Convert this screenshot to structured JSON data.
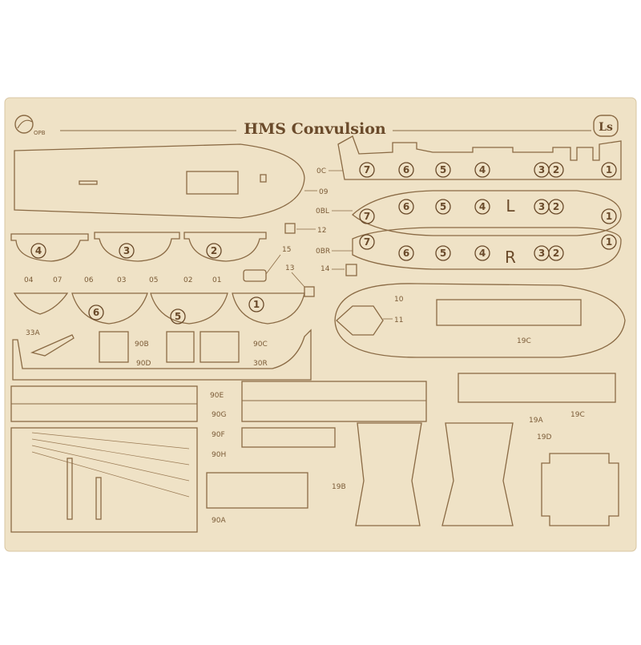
{
  "sheet": {
    "title": "HMS Convulsion",
    "maker_logo_text": "Ls",
    "left_logo_text": "OPB"
  },
  "bulkhead_numbers": {
    "keel_row": [
      "7",
      "6",
      "5",
      "4",
      "3",
      "2",
      "1"
    ],
    "row_L": [
      "7",
      "6",
      "5",
      "4",
      "3",
      "2",
      "1"
    ],
    "row_R": [
      "7",
      "6",
      "5",
      "4",
      "3",
      "2",
      "1"
    ],
    "side_L_letter": "L",
    "side_R_letter": "R",
    "deck_bulkheads_top": [
      "4",
      "3",
      "2"
    ],
    "deck_bulkheads_bottom": [
      "6",
      "5",
      "1"
    ]
  },
  "part_labels": {
    "p0C": "0C",
    "p09": "09",
    "p0BL": "0BL",
    "p0BR": "0BR",
    "p12": "12",
    "p13": "13",
    "p14": "14",
    "p15": "15",
    "p04": "04",
    "p07": "07",
    "p06": "06",
    "p03": "03",
    "p05": "05",
    "p02": "02",
    "p01": "01",
    "p10": "10",
    "p11": "11",
    "p19C_top": "19C",
    "p19C_bottom": "19C",
    "p33A": "33A",
    "p90B": "90B",
    "p90C": "90C",
    "p90D": "90D",
    "p30R": "30R",
    "p90E": "90E",
    "p90G": "90G",
    "p90F": "90F",
    "p90H": "90H",
    "p90A": "90A",
    "p19A": "19A",
    "p19B": "19B",
    "p19D": "19D"
  },
  "colors": {
    "paper": "#efe2c6",
    "cut_line": "#8a6a44",
    "burn": "#c9b089"
  }
}
